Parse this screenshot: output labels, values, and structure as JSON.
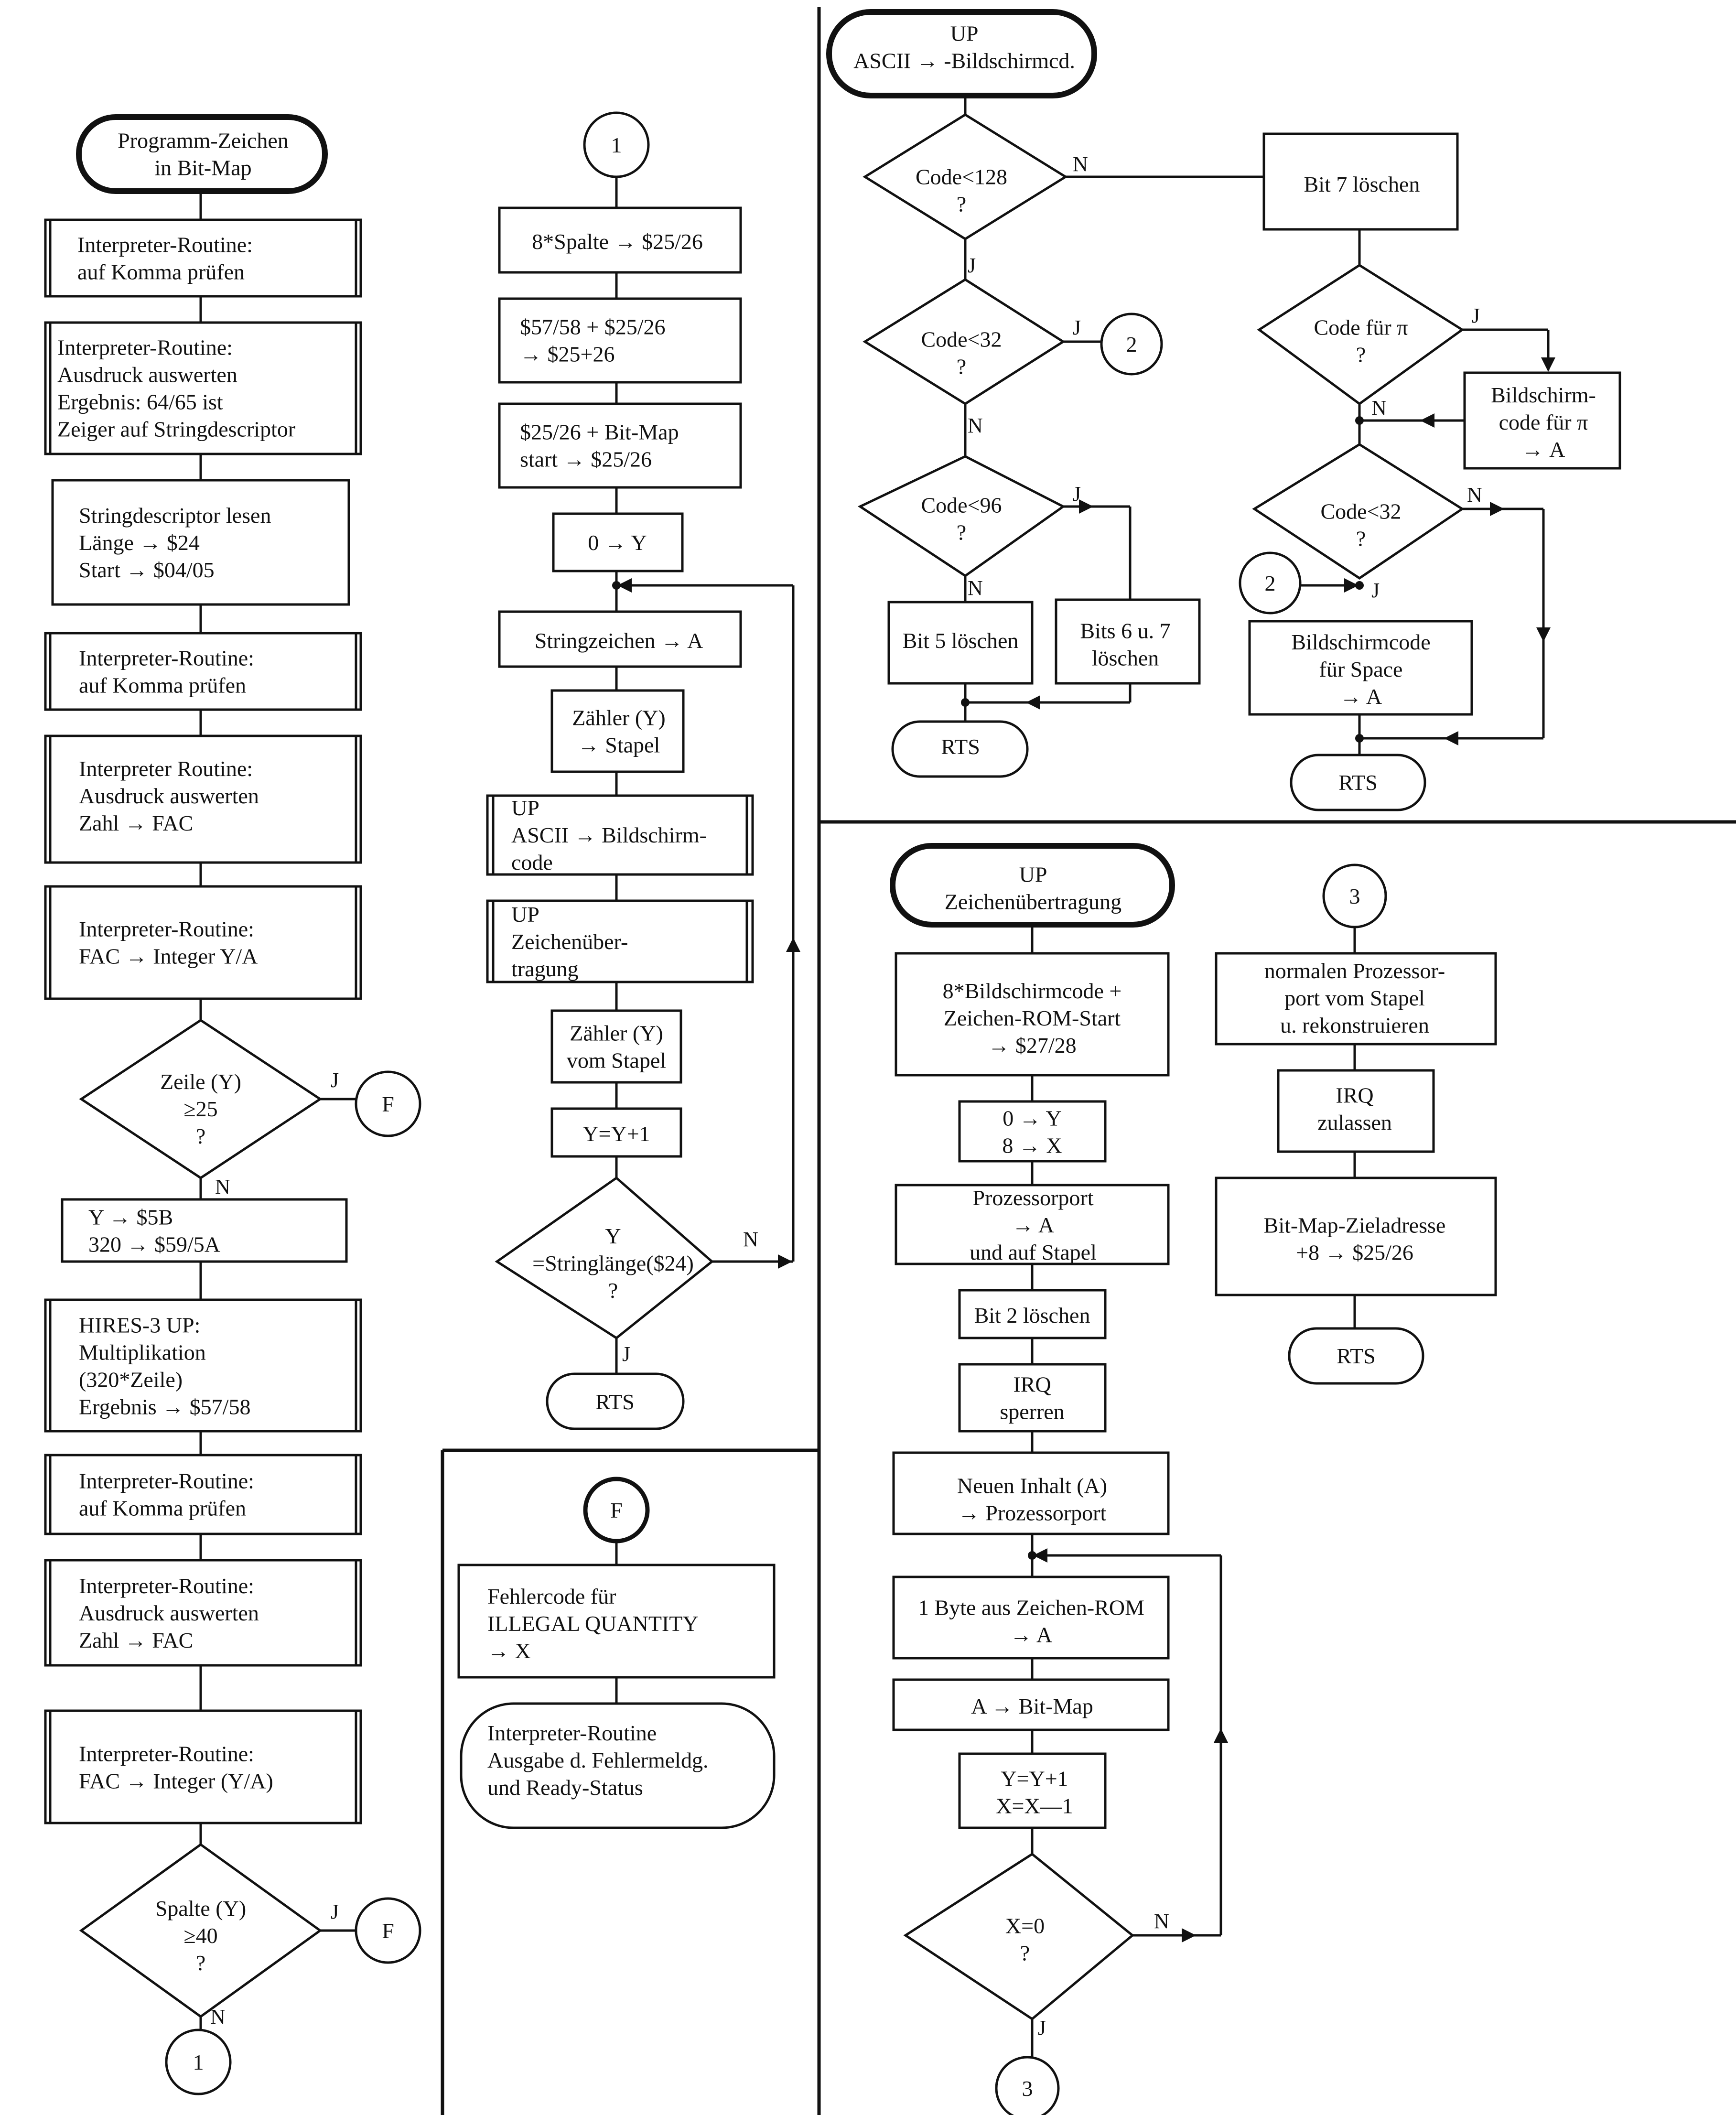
{
  "flow_main": {
    "start": "Programm-Zeichen|in Bit-Map",
    "s1": "Interpreter-Routine:|auf Komma prüfen",
    "s2": "Interpreter-Routine:|Ausdruck auswerten|Ergebnis: 64/65 ist|Zeiger auf Stringdescriptor",
    "s3": "Stringdescriptor lesen|Länge → $24|Start → $04/05",
    "s4": "Interpreter-Routine:|auf Komma prüfen",
    "s5": "Interpreter Routine:|Ausdruck auswerten|Zahl → FAC",
    "s6": "Interpreter-Routine:|FAC → Integer Y/A",
    "d1": "Zeile (Y)|≥25|?",
    "d1_yes": "J",
    "d1_no": "N",
    "d1_target": "F",
    "s7": "Y → $5B|320 → $59/5A",
    "s8": "HIRES-3 UP:|Multiplikation|(320*Zeile)|Ergebnis → $57/58",
    "s9": "Interpreter-Routine:|auf Komma prüfen",
    "s10": "Interpreter-Routine:|Ausdruck auswerten|Zahl → FAC",
    "s11": "Interpreter-Routine:|FAC → Integer (Y/A)",
    "d2": "Spalte (Y)|≥40|?",
    "d2_yes": "J",
    "d2_no": "N",
    "d2_target": "F",
    "connector_end": "1"
  },
  "flow_cont": {
    "connector": "1",
    "b1": "8*Spalte → $25/26",
    "b2": "$57/58 + $25/26|→ $25+26",
    "b3": "$25/26 + Bit-Map|start → $25/26",
    "b4": "0 → Y",
    "b5": "Stringzeichen → A",
    "b6": "Zähler (Y)|→ Stapel",
    "b7": "UP|ASCII → Bildschirm-|code",
    "b8": "UP|Zeichenüber-|tragung",
    "b9": "Zähler (Y)|vom Stapel",
    "b10": "Y=Y+1",
    "d1": "Y|=Stringlänge($24)|?",
    "d1_no": "N",
    "d1_yes": "J",
    "end": "RTS"
  },
  "flow_error": {
    "connector": "F",
    "b1": "Fehlercode für|ILLEGAL QUANTITY|→ X",
    "b2": "Interpreter-Routine|Ausgabe d. Fehlermeldg.|und Ready-Status"
  },
  "flow_ascii": {
    "start": "UP|ASCII → -Bildschirmcd.",
    "d1": "Code<128|?",
    "d2": "Code<32|?",
    "d3": "Code<96|?",
    "d4": "Code für π|?",
    "d5": "Code<32|?",
    "bit7": "Bit 7 löschen",
    "pi_box": "Bildschirm-|code für π|→ A",
    "bit5": "Bit 5 löschen",
    "bit67": "Bits 6 u. 7|löschen",
    "space_box": "Bildschirmcode|für Space|→ A",
    "rts1": "RTS",
    "rts2": "RTS",
    "conn2a": "2",
    "conn2b": "2",
    "j": "J",
    "n": "N"
  },
  "flow_transfer": {
    "start": "UP|Zeichenübertragung",
    "b1": "8*Bildschirmcode +|Zeichen-ROM-Start|→ $27/28",
    "b2": "0 → Y|8 → X",
    "b3": "Prozessorport|→ A|und auf Stapel",
    "b4": "Bit 2 löschen",
    "b5": "IRQ|sperren",
    "b6": "Neuen Inhalt (A)|→ Prozessorport",
    "b7": "1 Byte aus Zeichen-ROM|→ A",
    "b8": "A → Bit-Map",
    "b9": "Y=Y+1|X=X—1",
    "d1": "X=0|?",
    "d1_no": "N",
    "d1_yes": "J",
    "connector_end": "3"
  },
  "flow_restore": {
    "connector": "3",
    "b1": "normalen Prozessor-|port vom Stapel|u. rekonstruieren",
    "b2": "IRQ|zulassen",
    "b3": "Bit-Map-Zieladresse|+8 → $25/26",
    "end": "RTS"
  }
}
